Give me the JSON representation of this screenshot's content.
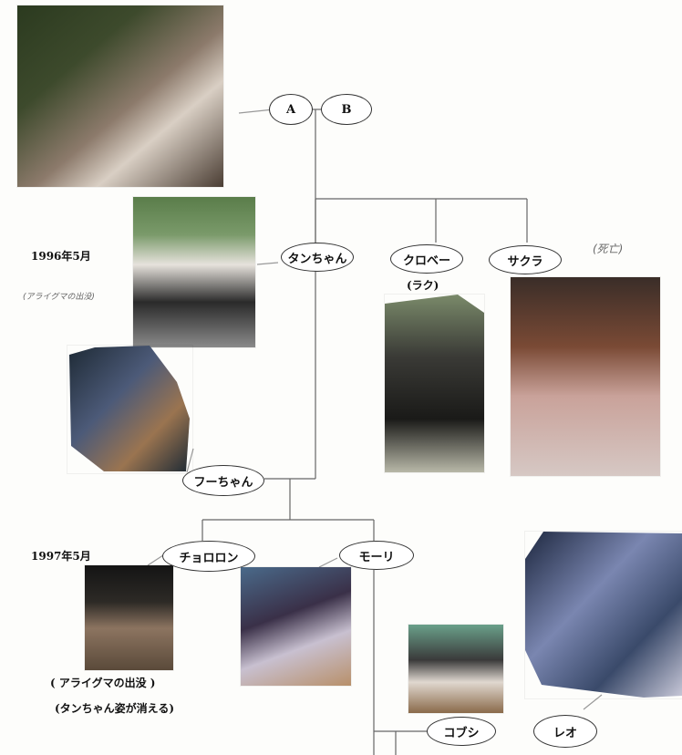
{
  "nodes": {
    "a": "A",
    "b": "B",
    "tanchan": "タンちゃん",
    "kurobe": "クロベー",
    "sakura": "サクラ",
    "fuchan": "フーちゃん",
    "chororon": "チョロロン",
    "mori": "モーリ",
    "kobushi": "コブシ",
    "reo": "レオ"
  },
  "notes": {
    "date_1996": "1996年5月",
    "date_1997": "1997年5月",
    "raku": "(ラク)",
    "shibo": "(死亡)",
    "araiguma_hand": "(アライグマの出没)",
    "araiguma_print": "( アライグマの出没 )",
    "tanchan_kieru": "(タンちゃん姿が消える)"
  },
  "photos": [
    {
      "name": "tanuki-A-photo",
      "palette": [
        "#2b3a1f",
        "#8c7a6b",
        "#d9cfc4",
        "#4a3d33"
      ]
    },
    {
      "name": "tanchan-photo",
      "palette": [
        "#5a7d4a",
        "#e6e2dc",
        "#2a2a2a",
        "#8a8a8a"
      ]
    },
    {
      "name": "fuchan-photo",
      "palette": [
        "#1e2a35",
        "#4c5a78",
        "#d8d2c6",
        "#9a7450"
      ]
    },
    {
      "name": "kurobe-photo",
      "palette": [
        "#7a8a6a",
        "#1a1a18",
        "#3a3a36",
        "#b8b8a8"
      ]
    },
    {
      "name": "sakura-photo",
      "palette": [
        "#c9a29a",
        "#7a4a35",
        "#d6c8c4",
        "#3a2d28"
      ]
    },
    {
      "name": "chororon-photo",
      "palette": [
        "#2d2a26",
        "#5a4a3a",
        "#8c7460",
        "#141414"
      ]
    },
    {
      "name": "mori-photo",
      "palette": [
        "#4a6a8a",
        "#c8c0d0",
        "#3a3048",
        "#b8906a"
      ]
    },
    {
      "name": "kobushi-photo",
      "palette": [
        "#6aa08a",
        "#e0d8d0",
        "#3a3a3a",
        "#8a6a4a"
      ]
    },
    {
      "name": "reo-photo",
      "palette": [
        "#1e2840",
        "#7a86b0",
        "#c8c8d8",
        "#3a4a6a"
      ]
    }
  ]
}
